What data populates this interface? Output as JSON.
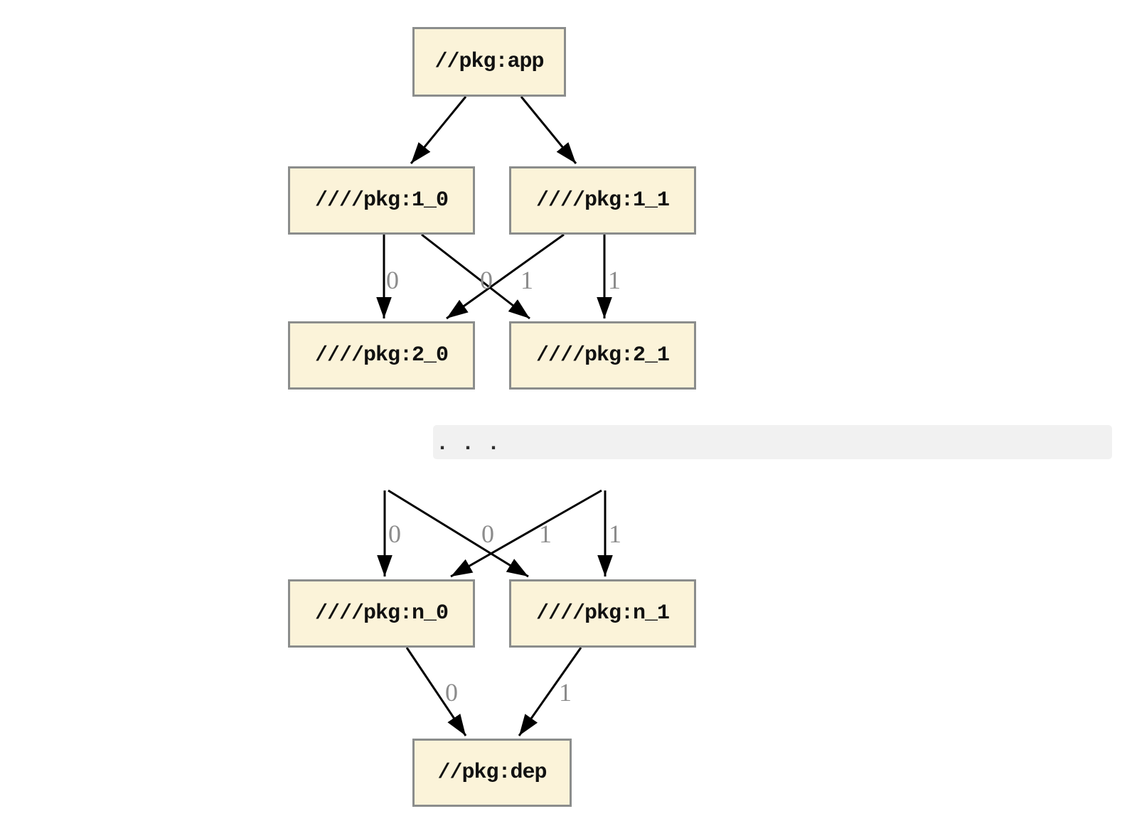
{
  "diagram": {
    "type": "dependency-graph",
    "nodes": [
      {
        "id": "app",
        "label": "//pkg:app"
      },
      {
        "id": "1_0",
        "label": "////pkg:1_0"
      },
      {
        "id": "1_1",
        "label": "////pkg:1_1"
      },
      {
        "id": "2_0",
        "label": "////pkg:2_0"
      },
      {
        "id": "2_1",
        "label": "////pkg:2_1"
      },
      {
        "id": "n_0",
        "label": "////pkg:n_0"
      },
      {
        "id": "n_1",
        "label": "////pkg:n_1"
      },
      {
        "id": "dep",
        "label": "//pkg:dep"
      }
    ],
    "ellipsis": ". . .",
    "edges": [
      {
        "from": "app",
        "to": "1_0",
        "label": ""
      },
      {
        "from": "app",
        "to": "1_1",
        "label": ""
      },
      {
        "from": "1_0",
        "to": "2_0",
        "label": "0"
      },
      {
        "from": "1_0",
        "to": "2_1",
        "label": "0"
      },
      {
        "from": "1_1",
        "to": "2_0",
        "label": "1"
      },
      {
        "from": "1_1",
        "to": "2_1",
        "label": "1"
      },
      {
        "from": "…",
        "to": "n_0",
        "label": "0"
      },
      {
        "from": "…",
        "to": "n_1",
        "label": "0"
      },
      {
        "from": "…",
        "to": "n_0",
        "label": "1"
      },
      {
        "from": "…",
        "to": "n_1",
        "label": "1"
      },
      {
        "from": "n_0",
        "to": "dep",
        "label": "0"
      },
      {
        "from": "n_1",
        "to": "dep",
        "label": "1"
      }
    ],
    "colors": {
      "node-fill": "#fbf3d9",
      "node-border": "#8b8d8c",
      "node-text": "#111111",
      "edge": "#000000",
      "edge-label": "#8c8c8c",
      "band-bg": "#f1f1f1",
      "band-text": "#2f2f2f",
      "page-bg": "#ffffff"
    }
  }
}
